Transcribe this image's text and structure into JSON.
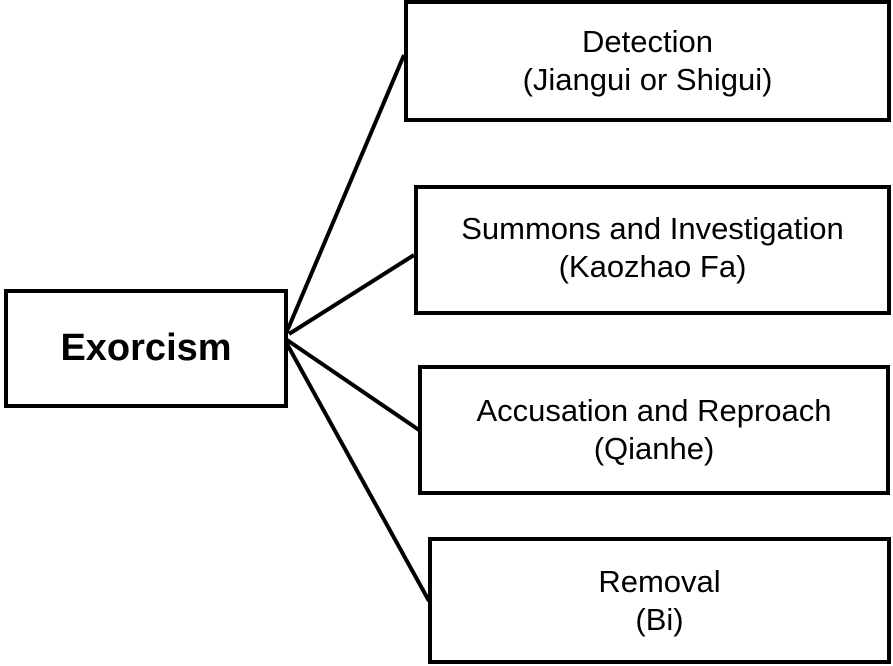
{
  "root": {
    "label": "Exorcism"
  },
  "children": [
    {
      "title": "Detection",
      "subtitle": "(Jiangui or Shigui)"
    },
    {
      "title": "Summons and Investigation",
      "subtitle": "(Kaozhao Fa)"
    },
    {
      "title": "Accusation and Reproach",
      "subtitle": "(Qianhe)"
    },
    {
      "title": "Removal",
      "subtitle": "(Bi)"
    }
  ],
  "colors": {
    "line": "#000000",
    "background": "#ffffff",
    "text": "#000000"
  }
}
